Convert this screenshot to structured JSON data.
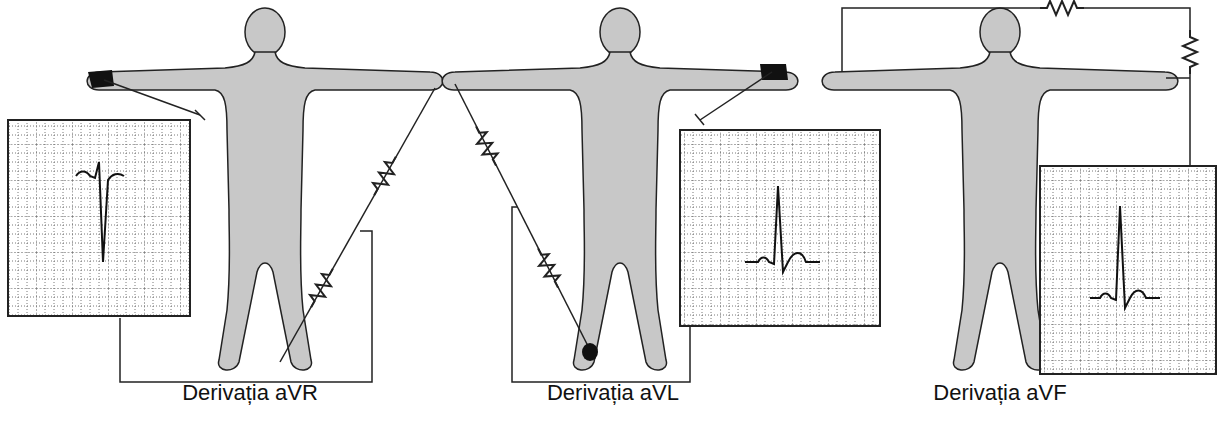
{
  "diagram": {
    "labels": [
      "Derivația aVR",
      "Derivația aVL",
      "Derivația aVF"
    ]
  }
}
